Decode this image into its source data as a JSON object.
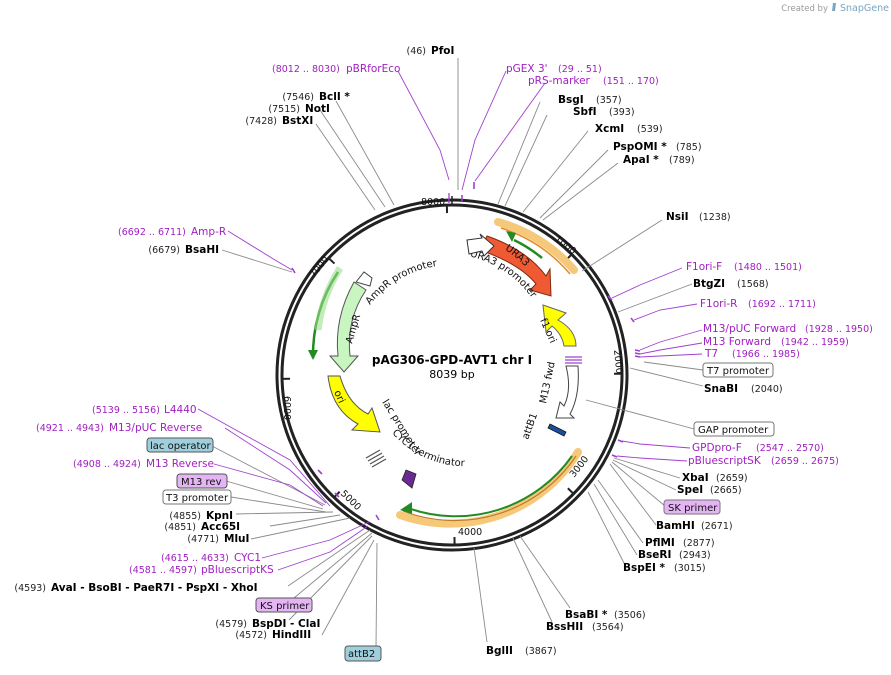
{
  "header": {
    "created_by": "Created by",
    "brand": "SnapGene"
  },
  "plasmid": {
    "name": "pAG306-GPD-AVT1 chr I",
    "size": "8039 bp",
    "length": 8039
  },
  "ticks": [
    "1000",
    "2000",
    "3000",
    "4000",
    "5000",
    "6000",
    "7000",
    "8000"
  ],
  "sites": [
    {
      "name": "PfoI",
      "pos": "(46)",
      "kind": "enzyme"
    },
    {
      "name": "pGEX 3'",
      "pos": "(29 .. 51)",
      "kind": "primer"
    },
    {
      "name": "pRS-marker",
      "pos": "(151 .. 170)",
      "kind": "primer"
    },
    {
      "name": "pBRforEco",
      "pos": "(8012 .. 8030)",
      "kind": "primer"
    },
    {
      "name": "BclI *",
      "pos": "(7546)",
      "kind": "enzyme"
    },
    {
      "name": "NotI",
      "pos": "(7515)",
      "kind": "enzyme"
    },
    {
      "name": "BstXI",
      "pos": "(7428)",
      "kind": "enzyme"
    },
    {
      "name": "BsgI",
      "pos": "(357)",
      "kind": "enzyme"
    },
    {
      "name": "SbfI",
      "pos": "(393)",
      "kind": "enzyme"
    },
    {
      "name": "XcmI",
      "pos": "(539)",
      "kind": "enzyme"
    },
    {
      "name": "PspOMI *",
      "pos": "(785)",
      "kind": "enzyme"
    },
    {
      "name": "ApaI *",
      "pos": "(789)",
      "kind": "enzyme"
    },
    {
      "name": "NsiI",
      "pos": "(1238)",
      "kind": "enzyme"
    },
    {
      "name": "F1ori-F",
      "pos": "(1480 .. 1501)",
      "kind": "primer"
    },
    {
      "name": "BtgZI",
      "pos": "(1568)",
      "kind": "enzyme"
    },
    {
      "name": "F1ori-R",
      "pos": "(1692 .. 1711)",
      "kind": "primer"
    },
    {
      "name": "M13/pUC Forward",
      "pos": "(1928 .. 1950)",
      "kind": "primer"
    },
    {
      "name": "M13 Forward",
      "pos": "(1942 .. 1959)",
      "kind": "primer"
    },
    {
      "name": "T7",
      "pos": "(1966 .. 1985)",
      "kind": "primer"
    },
    {
      "name": "T7 promoter",
      "pos": "",
      "kind": "boxed"
    },
    {
      "name": "SnaBI",
      "pos": "(2040)",
      "kind": "enzyme"
    },
    {
      "name": "GAP promoter",
      "pos": "",
      "kind": "boxed"
    },
    {
      "name": "GPDpro-F",
      "pos": "(2547 .. 2570)",
      "kind": "primer"
    },
    {
      "name": "pBluescriptSK",
      "pos": "(2659 .. 2675)",
      "kind": "primer"
    },
    {
      "name": "XbaI",
      "pos": "(2659)",
      "kind": "enzyme"
    },
    {
      "name": "SpeI",
      "pos": "(2665)",
      "kind": "enzyme"
    },
    {
      "name": "SK primer",
      "pos": "",
      "kind": "pbox"
    },
    {
      "name": "BamHI",
      "pos": "(2671)",
      "kind": "enzyme"
    },
    {
      "name": "PflMI",
      "pos": "(2877)",
      "kind": "enzyme"
    },
    {
      "name": "BseRI",
      "pos": "(2943)",
      "kind": "enzyme"
    },
    {
      "name": "BspEI *",
      "pos": "(3015)",
      "kind": "enzyme"
    },
    {
      "name": "BsaBI *",
      "pos": "(3506)",
      "kind": "enzyme"
    },
    {
      "name": "BssHII",
      "pos": "(3564)",
      "kind": "enzyme"
    },
    {
      "name": "BglII",
      "pos": "(3867)",
      "kind": "enzyme"
    },
    {
      "name": "Amp-R",
      "pos": "(6692 .. 6711)",
      "kind": "primer"
    },
    {
      "name": "BsaHI",
      "pos": "(6679)",
      "kind": "enzyme"
    },
    {
      "name": "L4440",
      "pos": "(5139 .. 5156)",
      "kind": "primer"
    },
    {
      "name": "M13/pUC Reverse",
      "pos": "(4921 .. 4943)",
      "kind": "primer"
    },
    {
      "name": "lac operator",
      "pos": "",
      "kind": "tbox"
    },
    {
      "name": "M13 Reverse",
      "pos": "(4908 .. 4924)",
      "kind": "primer"
    },
    {
      "name": "M13 rev",
      "pos": "",
      "kind": "pbox"
    },
    {
      "name": "T3 promoter",
      "pos": "",
      "kind": "boxed"
    },
    {
      "name": "KpnI",
      "pos": "(4855)",
      "kind": "enzyme"
    },
    {
      "name": "Acc65I",
      "pos": "(4851)",
      "kind": "enzyme"
    },
    {
      "name": "MluI",
      "pos": "(4771)",
      "kind": "enzyme"
    },
    {
      "name": "CYC1",
      "pos": "(4615 .. 4633)",
      "kind": "primer"
    },
    {
      "name": "pBluescriptKS",
      "pos": "(4581 .. 4597)",
      "kind": "primer"
    },
    {
      "name": "AvaI - BsoBI - PaeR7I - PspXI - XhoI",
      "pos": "(4593)",
      "kind": "enzyme"
    },
    {
      "name": "KS primer",
      "pos": "",
      "kind": "pbox"
    },
    {
      "name": "BspDI - ClaI",
      "pos": "(4579)",
      "kind": "enzyme"
    },
    {
      "name": "HindIII",
      "pos": "(4572)",
      "kind": "enzyme"
    },
    {
      "name": "attB2",
      "pos": "",
      "kind": "tbox"
    }
  ],
  "features": {
    "ura3": "URA3",
    "ura3_promoter": "URA3 promoter",
    "f1_ori": "f1 ori",
    "m13_fwd": "M13 fwd",
    "attb1": "attB1",
    "cyc1_terminator": "CYC1 terminator",
    "lac_promoter": "lac promoter",
    "ori": "ori",
    "ampr": "AmpR",
    "ampr_promoter": "AmpR promoter"
  },
  "colors": {
    "enzyme": "#000000",
    "primer": "#a020c0",
    "ura3": "#f05a32",
    "ampr": "#c8f5c0",
    "ori": "#ffff00",
    "f1_ori": "#ffff00",
    "orf_highlight": "#f5c87a",
    "orf_arrow": "#228b22",
    "teal_box": "#9fcfdc",
    "primer_box": "#e4b4f4"
  }
}
